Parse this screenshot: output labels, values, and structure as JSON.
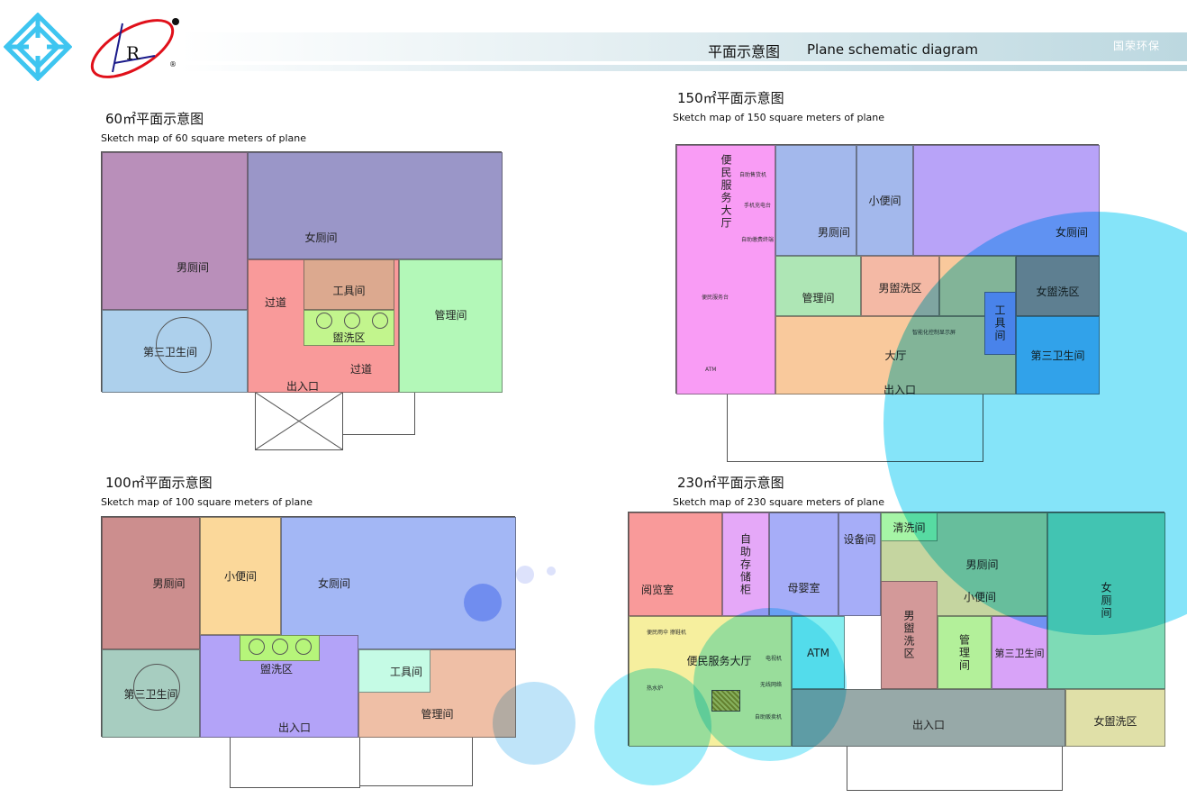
{
  "header": {
    "logo_text": "R",
    "title_cn": "平面示意图",
    "title_en": "Plane schematic diagram",
    "brand": "国荣环保"
  },
  "plans": [
    {
      "title": "60㎡平面示意图",
      "subtitle": "Sketch map of 60 square meters of plane",
      "rooms": [
        {
          "label": "男厕间",
          "color": "#b98fba"
        },
        {
          "label": "女厕间",
          "color": "#9a96c8"
        },
        {
          "label": "过道",
          "color": "#f99a9a"
        },
        {
          "label": "工具间",
          "color": "#dca98f"
        },
        {
          "label": "盥洗区",
          "color": "#c2f58d"
        },
        {
          "label": "管理间",
          "color": "#b3f8b8"
        },
        {
          "label": "第三卫生间",
          "color": "#add0ec"
        }
      ],
      "extra_labels": [
        "过道",
        "出入口"
      ]
    },
    {
      "title": "150㎡平面示意图",
      "subtitle": "Sketch map of 150 square meters of plane",
      "rooms": [
        {
          "label": "便民服务大厅",
          "color": "#f99cf5"
        },
        {
          "label": "男厕间",
          "color": "#a3b8ec"
        },
        {
          "label": "小便间",
          "color": "#a3b8ec"
        },
        {
          "label": "女厕间",
          "color": "#b8a3f8"
        },
        {
          "label": "管理间",
          "color": "#aee6b5"
        },
        {
          "label": "男盥洗区",
          "color": "#f4b9a5"
        },
        {
          "label": "大厅",
          "color": "#f9c99c"
        },
        {
          "label": "女盥洗区",
          "color": "#b48e95"
        },
        {
          "label": "工具间",
          "color": "#8c93f0"
        },
        {
          "label": "第三卫生间",
          "color": "#5db5f0"
        }
      ],
      "extra_labels": [
        "出入口"
      ],
      "small_labels": [
        "自助售货机",
        "手机充电台",
        "自助缴费终端",
        "便民服务台",
        "ATM",
        "智能化控制显示屏"
      ]
    },
    {
      "title": "100㎡平面示意图",
      "subtitle": "Sketch map of 100 square meters of plane",
      "rooms": [
        {
          "label": "男厕间",
          "color": "#cc8e8e"
        },
        {
          "label": "小便间",
          "color": "#fbd89a"
        },
        {
          "label": "女厕间",
          "color": "#a3b7f5"
        },
        {
          "label": "",
          "color": "#b3a3f8"
        },
        {
          "label": "盥洗区",
          "color": "#b6f57a"
        },
        {
          "label": "第三卫生间",
          "color": "#a7cdc0"
        },
        {
          "label": "管理间",
          "color": "#efbfa6"
        },
        {
          "label": "工具间",
          "color": "#c5fbe5"
        }
      ],
      "extra_labels": [
        "出入口"
      ]
    },
    {
      "title": "230㎡平面示意图",
      "subtitle": "Sketch map of 230 square meters of plane",
      "rooms": [
        {
          "label": "阅览室",
          "color": "#f99a9a"
        },
        {
          "label": "自助存储柜",
          "color": "#e5a8f8"
        },
        {
          "label": "母婴室",
          "color": "#a6adf8"
        },
        {
          "label": "设备间",
          "color": "#a6adf8"
        },
        {
          "label": "便民服务大厅",
          "color": "#f6ef9e"
        },
        {
          "label": "ATM",
          "color": "#85eef0"
        },
        {
          "label": "清洗间",
          "color": "#a6f5a6"
        },
        {
          "label": "男厕间",
          "color": "#c5d5a0"
        },
        {
          "label": "男盥洗区",
          "color": "#d39999"
        },
        {
          "label": "管理间",
          "color": "#b3f09a"
        },
        {
          "label": "第三卫生间",
          "color": "#d8a3f8"
        },
        {
          "label": "女厕间",
          "color": "#7edbb6"
        },
        {
          "label": "出入口",
          "color": "#97a9a8"
        },
        {
          "label": "女盥洗区",
          "color": "#e0e0a8"
        }
      ],
      "extra_labels": [
        "小便间"
      ],
      "small_labels": [
        "便民雨伞  擦鞋机",
        "热水炉",
        "电视机",
        "无线网络",
        "自助贩卖机"
      ]
    }
  ],
  "colors": {
    "cyan_circle": "#6fdff8",
    "light_circle": "#b4e0f8",
    "logo_red": "#e0101a",
    "logo_blue": "#1a1a8a",
    "logo_cyan": "#3ec5f0"
  }
}
